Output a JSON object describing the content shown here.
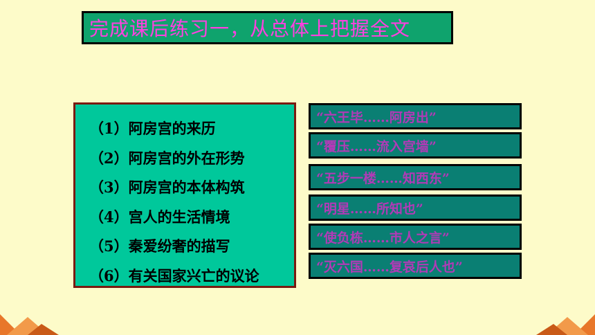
{
  "title": "完成课后练习一，从总体上把握全文",
  "outline_items": [
    "（1）阿房宫的来历",
    "（2）阿房宫的外在形势",
    "（3）阿房宫的本体构筑",
    "（4）宫人的生活情境",
    "（5）秦爱纷奢的描写",
    "（6）有关国家兴亡的议论"
  ],
  "quote_items": [
    "“六王毕……阿房出”",
    "“覆压……流入宫墙”",
    "“五步一楼……知西东”",
    "“明星……所知也”",
    "“使负栋……市人之言”",
    "“灭六国……复哀后人也”"
  ],
  "colors": {
    "background": "#fdfbc9",
    "title_box": "#0fa36d",
    "title_text": "#ff40e0",
    "outline_box": "#00c89b",
    "quote_box": "#0a7f73",
    "quote_text": "#b23ab7",
    "corner_decoration": "#e8772a"
  }
}
